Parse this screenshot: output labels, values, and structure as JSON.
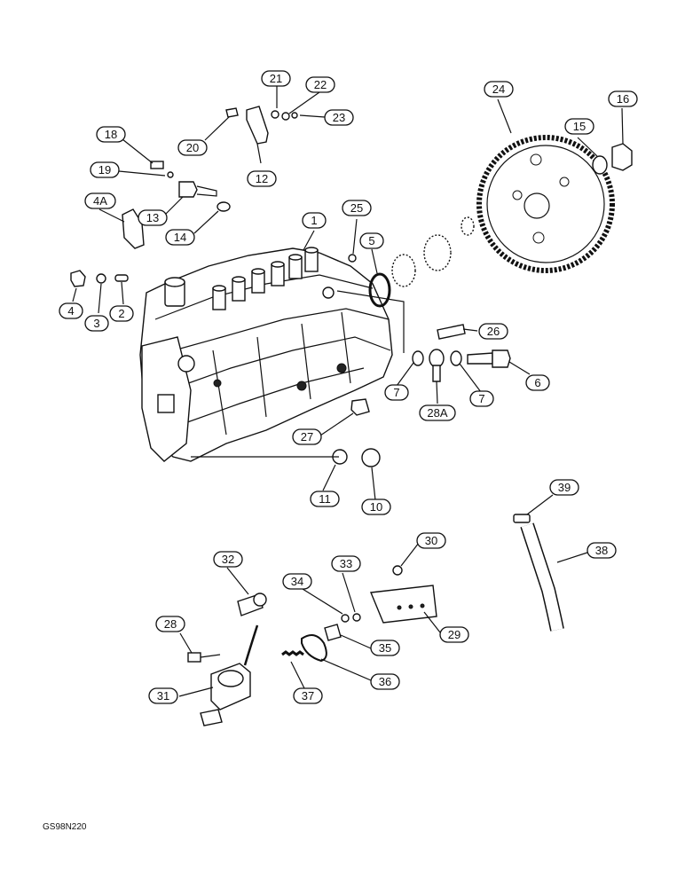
{
  "figure_code": "GS98N220",
  "callouts": [
    {
      "id": "c21",
      "label": "21"
    },
    {
      "id": "c22",
      "label": "22"
    },
    {
      "id": "c23",
      "label": "23"
    },
    {
      "id": "c20",
      "label": "20"
    },
    {
      "id": "c12",
      "label": "12"
    },
    {
      "id": "c18",
      "label": "18"
    },
    {
      "id": "c19",
      "label": "19"
    },
    {
      "id": "c4a",
      "label": "4A"
    },
    {
      "id": "c13",
      "label": "13"
    },
    {
      "id": "c14",
      "label": "14"
    },
    {
      "id": "c4",
      "label": "4"
    },
    {
      "id": "c3",
      "label": "3"
    },
    {
      "id": "c2",
      "label": "2"
    },
    {
      "id": "c1",
      "label": "1"
    },
    {
      "id": "c25",
      "label": "25"
    },
    {
      "id": "c5",
      "label": "5"
    },
    {
      "id": "c24",
      "label": "24"
    },
    {
      "id": "c15",
      "label": "15"
    },
    {
      "id": "c16",
      "label": "16"
    },
    {
      "id": "c26",
      "label": "26"
    },
    {
      "id": "c7a",
      "label": "7"
    },
    {
      "id": "c28a",
      "label": "28A"
    },
    {
      "id": "c7b",
      "label": "7"
    },
    {
      "id": "c6",
      "label": "6"
    },
    {
      "id": "c27",
      "label": "27"
    },
    {
      "id": "c11",
      "label": "11"
    },
    {
      "id": "c10",
      "label": "10"
    },
    {
      "id": "c39",
      "label": "39"
    },
    {
      "id": "c38",
      "label": "38"
    },
    {
      "id": "c30",
      "label": "30"
    },
    {
      "id": "c32",
      "label": "32"
    },
    {
      "id": "c33",
      "label": "33"
    },
    {
      "id": "c34",
      "label": "34"
    },
    {
      "id": "c29",
      "label": "29"
    },
    {
      "id": "c28",
      "label": "28"
    },
    {
      "id": "c35",
      "label": "35"
    },
    {
      "id": "c31",
      "label": "31"
    },
    {
      "id": "c36",
      "label": "36"
    },
    {
      "id": "c37",
      "label": "37"
    }
  ]
}
